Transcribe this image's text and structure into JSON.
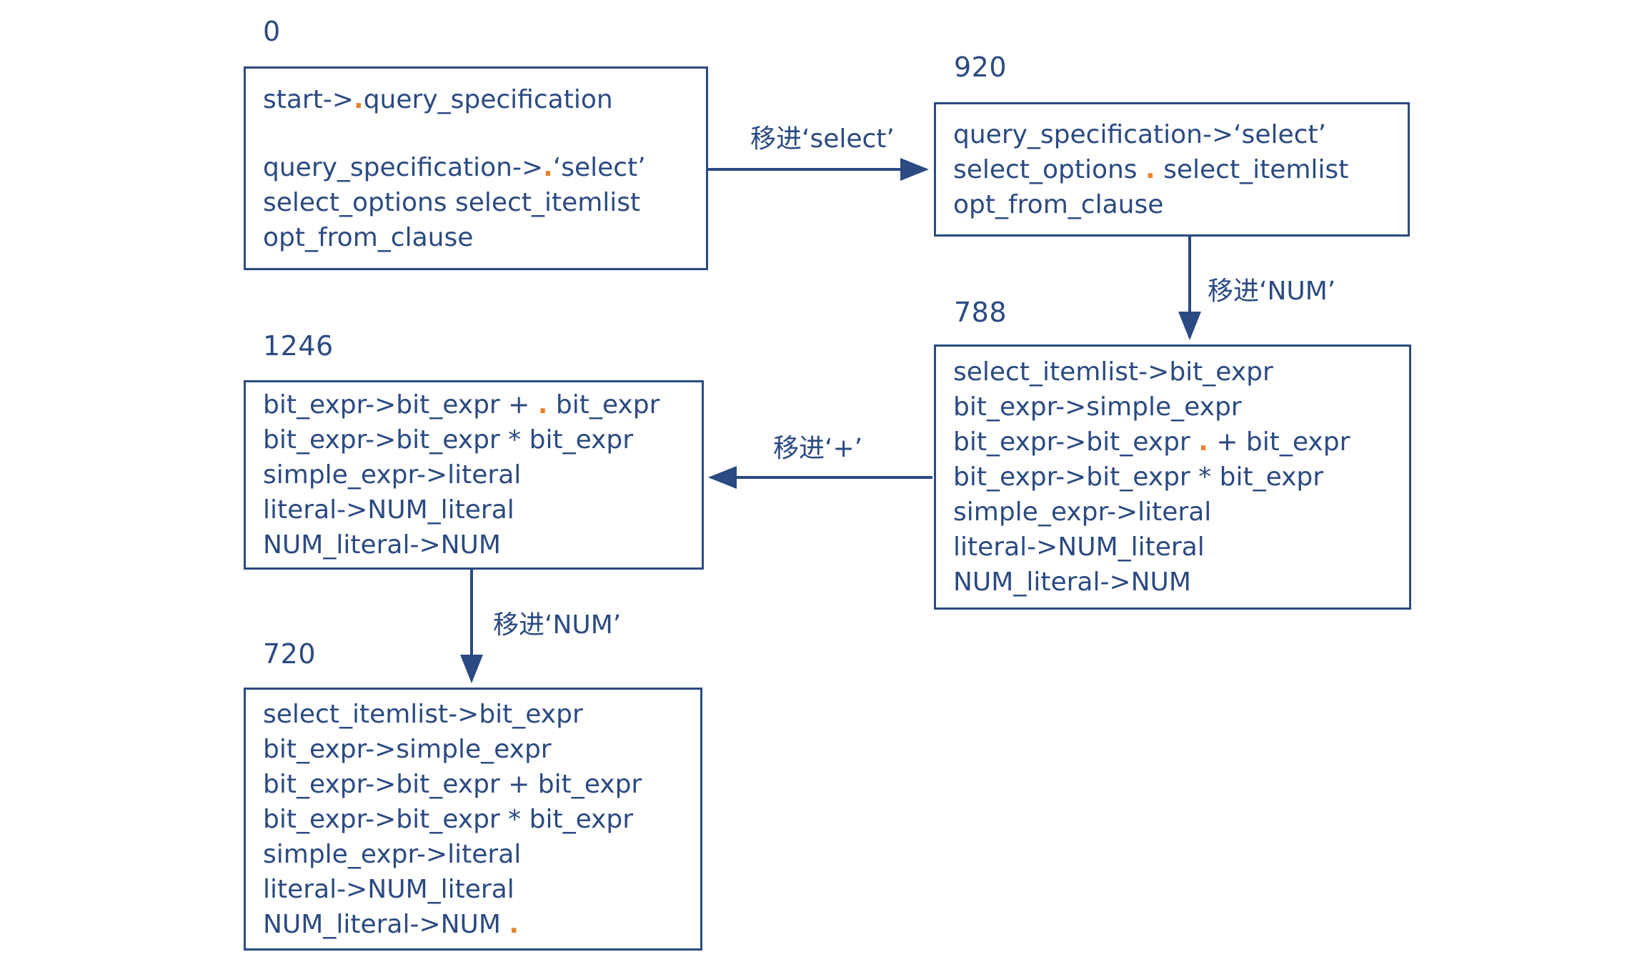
{
  "diagram": {
    "title_present": false,
    "colors": {
      "line": "#2b4a82",
      "text": "#2b4a82",
      "dot": "#e5822c",
      "background": "#ffffff"
    },
    "states": [
      {
        "id": "s0",
        "label": "0",
        "items": [
          {
            "pre": "start->",
            "dot": ".",
            "post": "query_specification",
            "gap_above": false
          },
          {
            "pre": "query_specification->",
            "dot": ".",
            "post": "‘select’",
            "gap_above": true
          },
          {
            "pre": "select_options select_itemlist",
            "dot": "",
            "post": "",
            "gap_above": false
          },
          {
            "pre": "opt_from_clause",
            "dot": "",
            "post": "",
            "gap_above": false
          }
        ]
      },
      {
        "id": "s920",
        "label": "920",
        "items": [
          {
            "pre": "query_specification->‘select’",
            "dot": "",
            "post": "",
            "gap_above": false
          },
          {
            "pre": "select_options ",
            "dot": ".",
            "post": " select_itemlist",
            "gap_above": false
          },
          {
            "pre": "opt_from_clause",
            "dot": "",
            "post": "",
            "gap_above": false
          }
        ]
      },
      {
        "id": "s788",
        "label": "788",
        "items": [
          {
            "pre": "select_itemlist->bit_expr",
            "dot": "",
            "post": "",
            "gap_above": false
          },
          {
            "pre": "bit_expr->simple_expr",
            "dot": "",
            "post": "",
            "gap_above": false
          },
          {
            "pre": "bit_expr->bit_expr ",
            "dot": ".",
            "post": " + bit_expr",
            "gap_above": false
          },
          {
            "pre": "bit_expr->bit_expr * bit_expr",
            "dot": "",
            "post": "",
            "gap_above": false
          },
          {
            "pre": "simple_expr->literal",
            "dot": "",
            "post": "",
            "gap_above": false
          },
          {
            "pre": "literal->NUM_literal",
            "dot": "",
            "post": "",
            "gap_above": false
          },
          {
            "pre": "NUM_literal->NUM",
            "dot": "",
            "post": "",
            "gap_above": false
          }
        ]
      },
      {
        "id": "s1246",
        "label": "1246",
        "items": [
          {
            "pre": "bit_expr->bit_expr + ",
            "dot": ".",
            "post": " bit_expr",
            "gap_above": false
          },
          {
            "pre": "bit_expr->bit_expr * bit_expr",
            "dot": "",
            "post": "",
            "gap_above": false
          },
          {
            "pre": "simple_expr->literal",
            "dot": "",
            "post": "",
            "gap_above": false
          },
          {
            "pre": "literal->NUM_literal",
            "dot": "",
            "post": "",
            "gap_above": false
          },
          {
            "pre": "NUM_literal->NUM",
            "dot": "",
            "post": "",
            "gap_above": false
          }
        ]
      },
      {
        "id": "s720",
        "label": "720",
        "items": [
          {
            "pre": "select_itemlist->bit_expr",
            "dot": "",
            "post": "",
            "gap_above": false
          },
          {
            "pre": "bit_expr->simple_expr",
            "dot": "",
            "post": "",
            "gap_above": false
          },
          {
            "pre": "bit_expr->bit_expr + bit_expr",
            "dot": "",
            "post": "",
            "gap_above": false
          },
          {
            "pre": "bit_expr->bit_expr * bit_expr",
            "dot": "",
            "post": "",
            "gap_above": false
          },
          {
            "pre": "simple_expr->literal",
            "dot": "",
            "post": "",
            "gap_above": false
          },
          {
            "pre": "literal->NUM_literal",
            "dot": "",
            "post": "",
            "gap_above": false
          },
          {
            "pre": "NUM_literal->NUM ",
            "dot": ".",
            "post": "",
            "gap_above": false
          }
        ]
      }
    ],
    "edges": [
      {
        "id": "e1",
        "from": "0",
        "to": "920",
        "label": "移进‘select’"
      },
      {
        "id": "e2",
        "from": "920",
        "to": "788",
        "label": "移进‘NUM’"
      },
      {
        "id": "e3",
        "from": "788",
        "to": "1246",
        "label": "移进‘+’"
      },
      {
        "id": "e4",
        "from": "1246",
        "to": "720",
        "label": "移进‘NUM’"
      }
    ]
  }
}
